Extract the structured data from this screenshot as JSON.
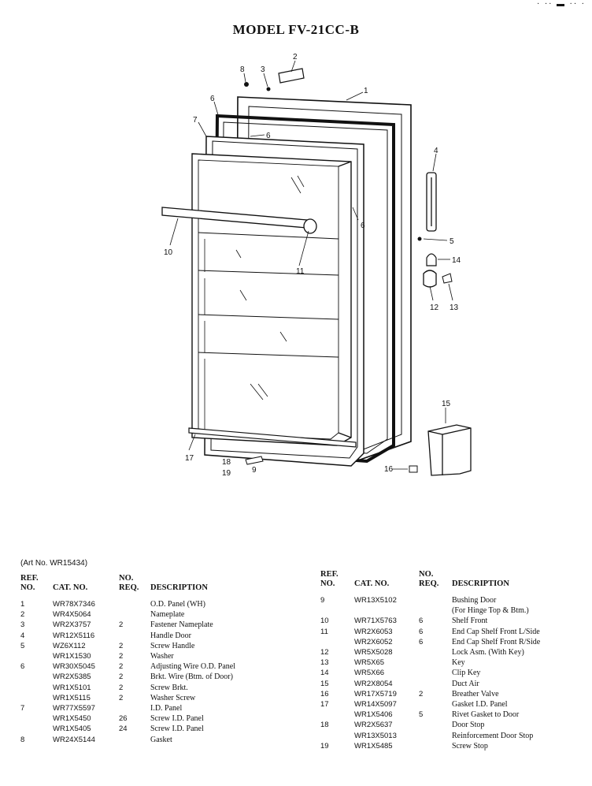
{
  "title": "MODEL FV-21CC-B",
  "art_no": "(Art No. WR15434)",
  "callouts": [
    "1",
    "2",
    "3",
    "4",
    "5",
    "6",
    "6",
    "6",
    "7",
    "8",
    "9",
    "10",
    "11",
    "12",
    "13",
    "14",
    "15",
    "16",
    "17",
    "18",
    "19"
  ],
  "table_headers": {
    "ref_line1": "REF.",
    "ref_line2": "NO.",
    "cat": "CAT. NO.",
    "req_line1": "NO.",
    "req_line2": "REQ.",
    "desc": "DESCRIPTION"
  },
  "parts_left": [
    {
      "ref": "1",
      "cat": "WR78X7346",
      "req": "",
      "desc": "O.D. Panel (WH)"
    },
    {
      "ref": "2",
      "cat": "WR4X5064",
      "req": "",
      "desc": "Nameplate"
    },
    {
      "ref": "3",
      "cat": "WR2X3757",
      "req": "2",
      "desc": "Fastener Nameplate"
    },
    {
      "ref": "4",
      "cat": "WR12X5116",
      "req": "",
      "desc": "Handle Door"
    },
    {
      "ref": "5",
      "cat": "WZ6X112",
      "req": "2",
      "desc": "Screw Handle"
    },
    {
      "ref": "",
      "cat": "WR1X1530",
      "req": "2",
      "desc": "Washer"
    },
    {
      "ref": "6",
      "cat": "WR30X5045",
      "req": "2",
      "desc": "Adjusting Wire O.D. Panel"
    },
    {
      "ref": "",
      "cat": "WR2X5385",
      "req": "2",
      "desc": "Brkt. Wire (Btm. of Door)"
    },
    {
      "ref": "",
      "cat": "WR1X5101",
      "req": "2",
      "desc": "Screw Brkt."
    },
    {
      "ref": "",
      "cat": "WR1X5115",
      "req": "2",
      "desc": "Washer Screw"
    },
    {
      "ref": "7",
      "cat": "WR77X5597",
      "req": "",
      "desc": "I.D. Panel"
    },
    {
      "ref": "",
      "cat": "WR1X5450",
      "req": "26",
      "desc": "Screw I.D. Panel"
    },
    {
      "ref": "",
      "cat": "WR1X5405",
      "req": "24",
      "desc": "Screw I.D. Panel"
    },
    {
      "ref": "8",
      "cat": "WR24X5144",
      "req": "",
      "desc": "Gasket"
    }
  ],
  "parts_right": [
    {
      "ref": "9",
      "cat": "WR13X5102",
      "req": "",
      "desc": "Bushing Door",
      "desc2": "(For Hinge Top & Btm.)"
    },
    {
      "ref": "10",
      "cat": "WR71X5763",
      "req": "6",
      "desc": "Shelf Front"
    },
    {
      "ref": "11",
      "cat": "WR2X6053",
      "req": "6",
      "desc": "End Cap Shelf Front L/Side"
    },
    {
      "ref": "",
      "cat": "WR2X6052",
      "req": "6",
      "desc": "End Cap Shelf Front R/Side"
    },
    {
      "ref": "12",
      "cat": "WR5X5028",
      "req": "",
      "desc": "Lock Asm. (With Key)"
    },
    {
      "ref": "13",
      "cat": "WR5X65",
      "req": "",
      "desc": "Key"
    },
    {
      "ref": "14",
      "cat": "WR5X66",
      "req": "",
      "desc": "Clip Key"
    },
    {
      "ref": "15",
      "cat": "WR2X8054",
      "req": "",
      "desc": "Duct Air"
    },
    {
      "ref": "16",
      "cat": "WR17X5719",
      "req": "2",
      "desc": "Breather Valve"
    },
    {
      "ref": "17",
      "cat": "WR14X5097",
      "req": "",
      "desc": "Gasket I.D. Panel"
    },
    {
      "ref": "",
      "cat": "WR1X5406",
      "req": "5",
      "desc": "Rivet Gasket to Door"
    },
    {
      "ref": "18",
      "cat": "WR2X5637",
      "req": "",
      "desc": "Door Stop"
    },
    {
      "ref": "",
      "cat": "WR13X5013",
      "req": "",
      "desc": "Reinforcement Door Stop"
    },
    {
      "ref": "19",
      "cat": "WR1X5485",
      "req": "",
      "desc": "Screw Stop"
    }
  ]
}
